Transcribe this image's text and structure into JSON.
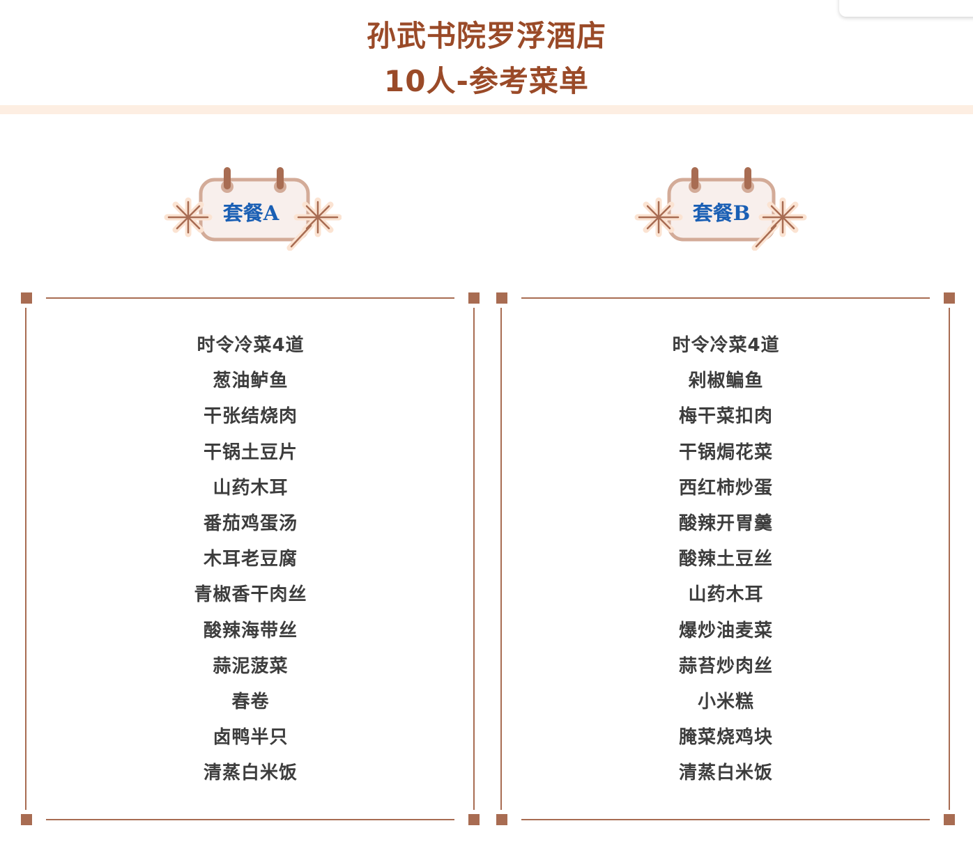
{
  "header": {
    "title_line1": "孙武书院罗浮酒店",
    "title_line2": "10人-参考菜单"
  },
  "colors": {
    "title": "#9a4a28",
    "band": "#fdeee2",
    "frame": "#a86c52",
    "badge_text": "#1a5fb4",
    "item_text": "#3d3d3d"
  },
  "packages": [
    {
      "badge_label": "套餐A",
      "items": [
        "时令冷菜4道",
        "葱油鲈鱼",
        "干张结烧肉",
        "干锅土豆片",
        "山药木耳",
        "番茄鸡蛋汤",
        "木耳老豆腐",
        "青椒香干肉丝",
        "酸辣海带丝",
        "蒜泥菠菜",
        "春卷",
        "卤鸭半只",
        "清蒸白米饭"
      ]
    },
    {
      "badge_label": "套餐B",
      "items": [
        "时令冷菜4道",
        "剁椒鳊鱼",
        "梅干菜扣肉",
        "干锅焗花菜",
        "西红柿炒蛋",
        "酸辣开胃羹",
        "酸辣土豆丝",
        "山药木耳",
        "爆炒油麦菜",
        "蒜苔炒肉丝",
        "小米糕",
        "腌菜烧鸡块",
        "清蒸白米饭"
      ]
    }
  ]
}
